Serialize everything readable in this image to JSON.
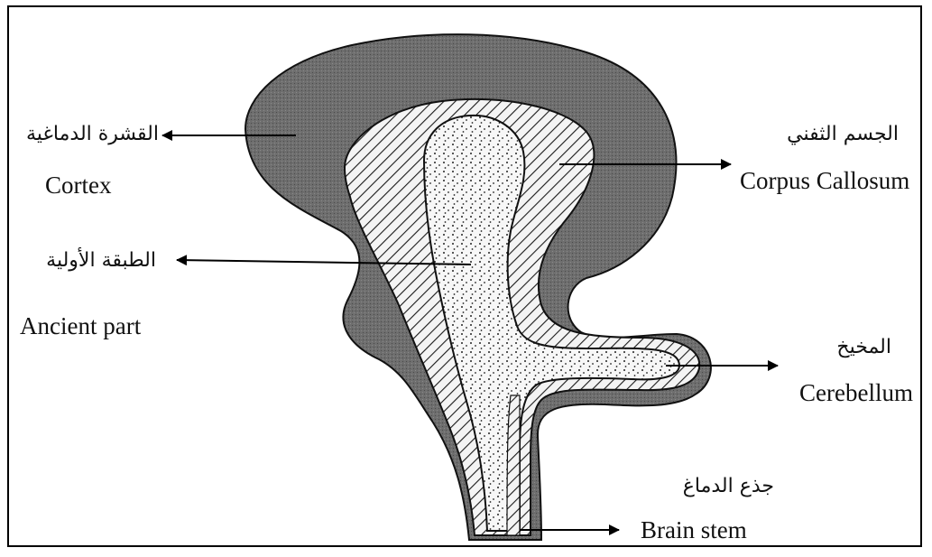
{
  "labels": {
    "cortex": {
      "arabic": "القشرة الدماغية",
      "english": "Cortex"
    },
    "corpus_callosum": {
      "arabic": "الجسم الثفني",
      "english": "Corpus Callosum"
    },
    "ancient_part": {
      "arabic": "الطبقة الأولية",
      "english": "Ancient part"
    },
    "cerebellum": {
      "arabic": "المخيخ",
      "english": "Cerebellum"
    },
    "brain_stem": {
      "arabic": "جذع الدماغ",
      "english": "Brain stem"
    }
  },
  "colors": {
    "outer_layer": "#6e6e6e",
    "middle_layer_bg": "#f4f4f4",
    "middle_layer_hatch": "#1a1a1a",
    "inner_layer_bg": "#f7f7f7",
    "inner_layer_dots": "#222222",
    "ink": "#000000"
  }
}
